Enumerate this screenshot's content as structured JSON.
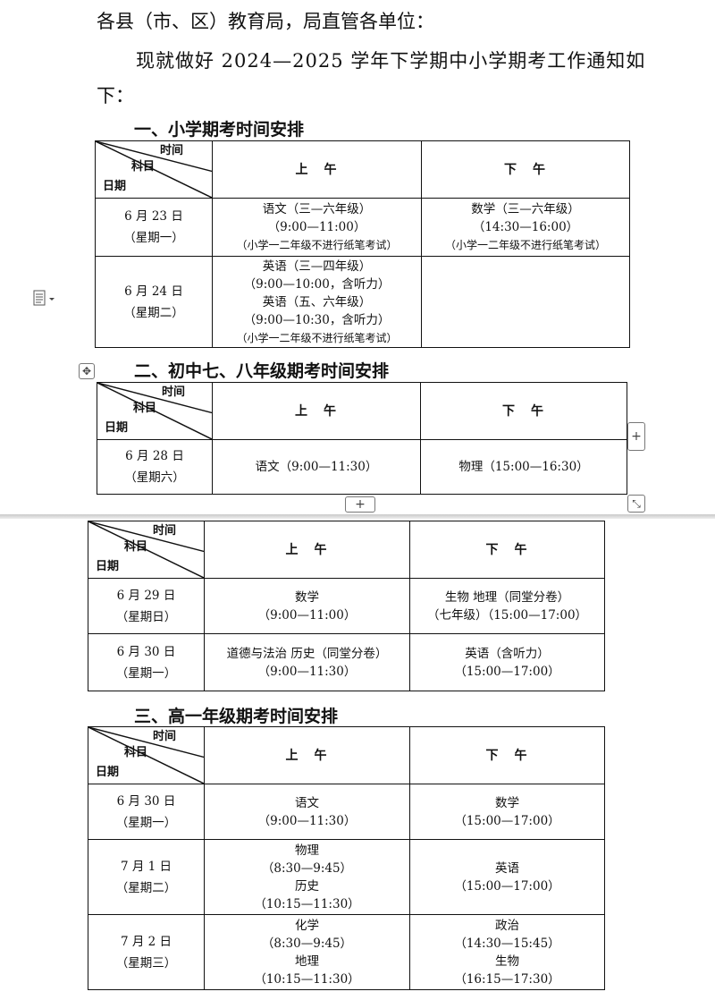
{
  "greeting": "各县（市、区）教育局，局直管各单位：",
  "intro_line1": "现就做好 2024—2025 学年下学期中小学期考工作通知如",
  "intro_line2": "下：",
  "corner": {
    "time": "时间",
    "subject": "科目",
    "date": "日期"
  },
  "col_am": "上　午",
  "col_pm": "下　午",
  "section1": {
    "title": "一、小学期考时间安排",
    "rows": [
      {
        "date": "6 月 23 日",
        "weekday": "（星期一）",
        "am": [
          "语文（三—六年级）",
          "（9:00—11:00）",
          "（小学一二年级不进行纸笔考试）"
        ],
        "pm": [
          "数学（三—六年级）",
          "（14:30—16:00）",
          "（小学一二年级不进行纸笔考试）"
        ]
      },
      {
        "date": "6 月 24 日",
        "weekday": "（星期二）",
        "am": [
          "英语（三—四年级）",
          "（9:00—10:00，含听力）",
          "英语（五、六年级）",
          "（9:00—10:30，含听力）",
          "（小学一二年级不进行纸笔考试）"
        ],
        "pm": []
      }
    ]
  },
  "section2": {
    "title": "二、初中七、八年级期考时间安排",
    "rows_a": [
      {
        "date": "6 月 28 日",
        "weekday": "（星期六）",
        "am": [
          "语文（9:00—11:30）"
        ],
        "pm": [
          "物理（15:00—16:30）"
        ]
      }
    ],
    "rows_b": [
      {
        "date": "6 月 29 日",
        "weekday": "（星期日）",
        "am": [
          "数学",
          "（9:00—11:00）"
        ],
        "pm": [
          "生物  地理（同堂分卷）",
          "（七年级）（15:00—17:00）"
        ]
      },
      {
        "date": "6 月 30 日",
        "weekday": "（星期一）",
        "am": [
          "道德与法治  历史（同堂分卷）",
          "（9:00—11:30）"
        ],
        "pm": [
          "英语（含听力）",
          "（15:00—17:00）"
        ]
      }
    ]
  },
  "section3": {
    "title": "三、高一年级期考时间安排",
    "rows": [
      {
        "date": "6 月 30 日",
        "weekday": "（星期一）",
        "am": [
          "语文",
          "（9:00—11:30）"
        ],
        "pm": [
          "数学",
          "（15:00—17:00）"
        ]
      },
      {
        "date": "7 月 1 日",
        "weekday": "（星期二）",
        "am": [
          "物理",
          "（8:30—9:45）",
          "历史",
          "（10:15—11:30）"
        ],
        "pm": [
          "英语",
          "（15:00—17:00）"
        ]
      },
      {
        "date": "7 月 2 日",
        "weekday": "（星期三）",
        "am": [
          "化学",
          "（8:30—9:45）",
          "地理",
          "（10:15—11:30）"
        ],
        "pm": [
          "政治",
          "（14:30—15:45）",
          "生物",
          "（16:15—17:30）"
        ]
      }
    ]
  },
  "ui": {
    "add_symbol": "+",
    "move_symbol": "✥",
    "resize_symbol": "⤡",
    "doc_icon": "document-icon"
  }
}
